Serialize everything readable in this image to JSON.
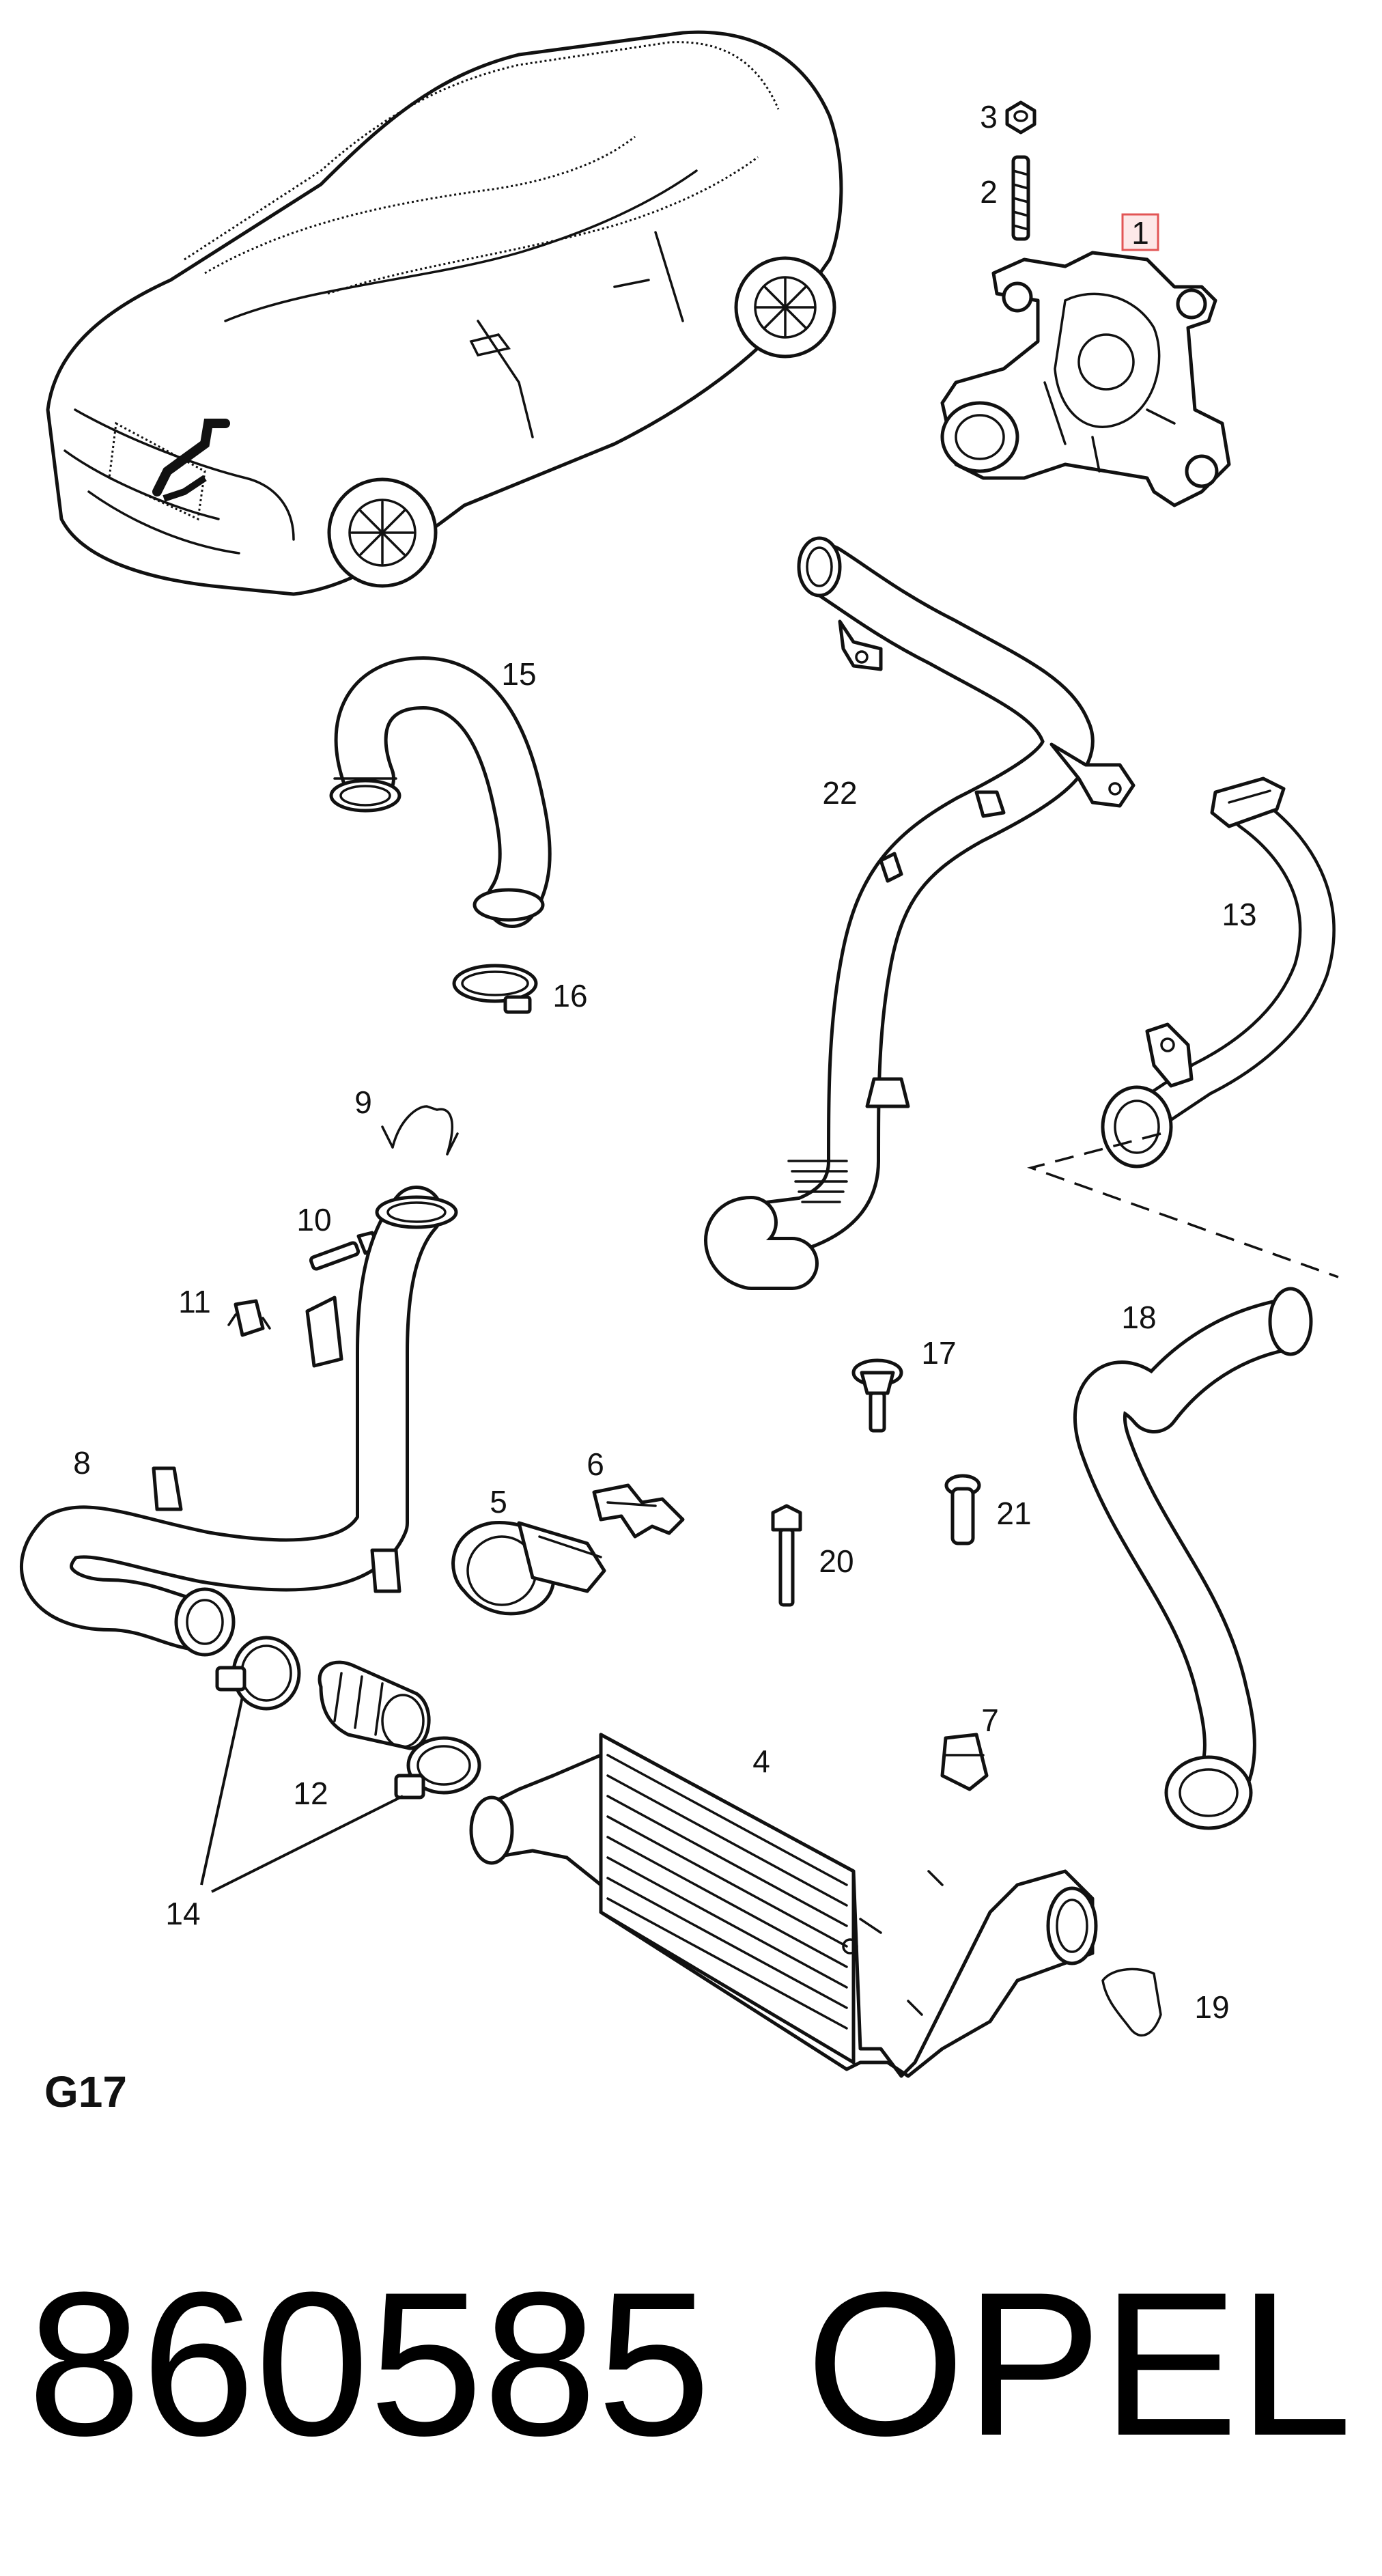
{
  "callouts": {
    "c1": "1",
    "c2": "2",
    "c3": "3",
    "c4": "4",
    "c5": "5",
    "c6": "6",
    "c7": "7",
    "c8": "8",
    "c9": "9",
    "c10": "10",
    "c11": "11",
    "c12": "12",
    "c13": "13",
    "c14": "14",
    "c15": "15",
    "c16": "16",
    "c17": "17",
    "c18": "18",
    "c19": "19",
    "c20": "20",
    "c21": "21",
    "c22": "22"
  },
  "highlighted_callout": "1",
  "section_label": "G17",
  "part_number": "860585",
  "brand": "OPEL"
}
